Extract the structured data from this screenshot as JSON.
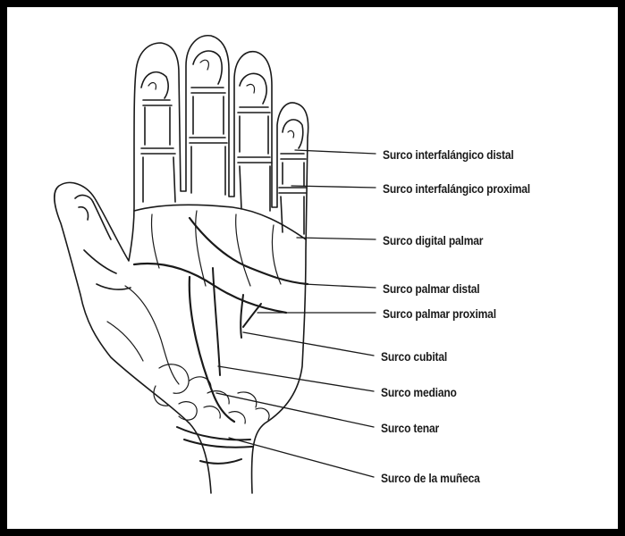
{
  "labels": [
    "Surco interfalángico distal",
    "Surco interfalángico proximal",
    "Surco digital palmar",
    "Surco palmar distal",
    "Surco palmar proximal",
    "Surco cubital",
    "Surco mediano",
    "Surco tenar",
    "Surco de la muñeca"
  ],
  "colors": {
    "frame": "#000000",
    "ink": "#1a1a1a",
    "background": "#ffffff"
  }
}
